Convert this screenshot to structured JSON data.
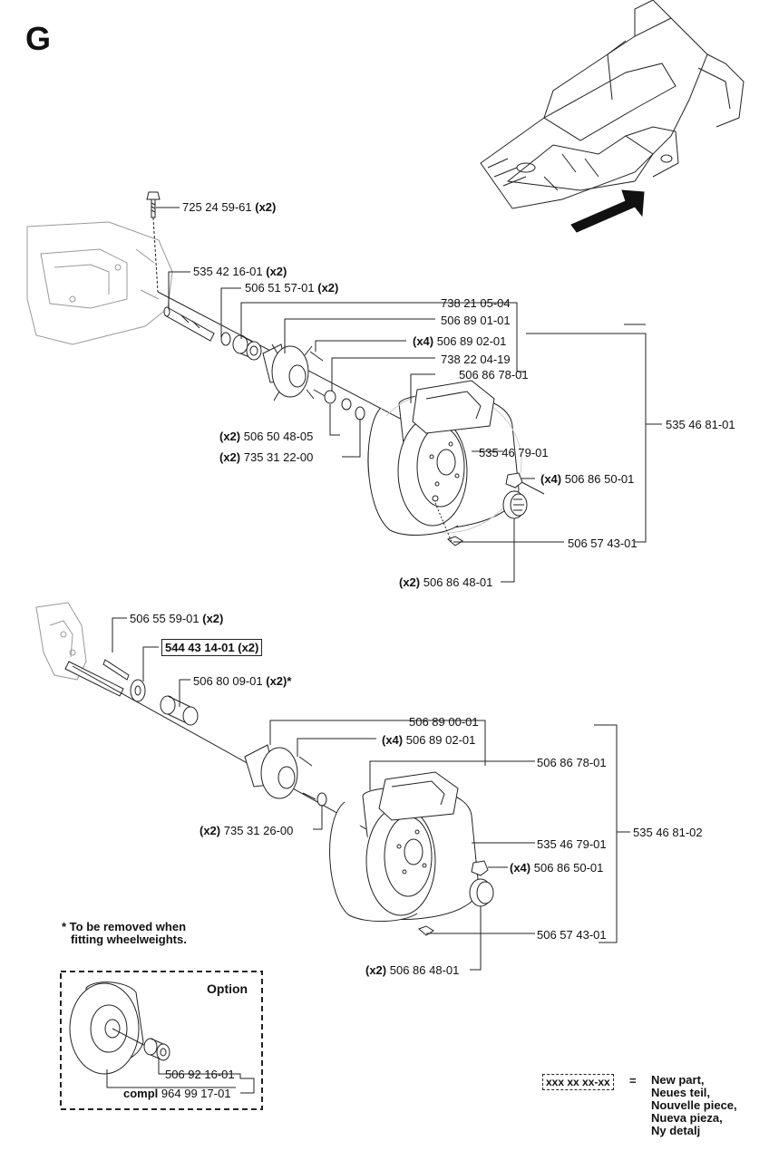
{
  "section_letter": "G",
  "assembly_top": {
    "labels": {
      "bolt": "725 24 59-61",
      "bolt_qty": "(x2)",
      "axle": "535 42 16-01",
      "axle_qty": "(x2)",
      "washer": "506 51 57-01",
      "washer_qty": "(x2)",
      "part_738_21": "738 21 05-04",
      "hub": "506 89 01-01",
      "stud_qty": "(x4)",
      "stud": "506 89 02-01",
      "part_738_22": "738 22 04-19",
      "tire": "506 86 78-01",
      "wheel_assembly": "535 46 81-01",
      "spacer_qty": "(x2)",
      "spacer": "506 50 48-05",
      "clip_qty": "(x2)",
      "clip": "735 31 22-00",
      "rim": "535 46 79-01",
      "nut_qty": "(x4)",
      "nut": "506 86 50-01",
      "valve": "506 57 43-01",
      "cap_qty": "(x2)",
      "cap": "506 86 48-01"
    }
  },
  "assembly_bottom": {
    "labels": {
      "key": "506 55 59-01",
      "key_qty": "(x2)",
      "new_part": "544 43 14-01 (x2)",
      "bushing": "506 80 09-01",
      "bushing_qty": "(x2)*",
      "hub": "506 89 00-01",
      "stud_qty": "(x4)",
      "stud": "506 89 02-01",
      "tire": "506 86 78-01",
      "clip_qty": "(x2)",
      "clip": "735 31 26-00",
      "rim": "535 46 79-01",
      "wheel_assembly": "535 46 81-02",
      "nut_qty": "(x4)",
      "nut": "506 86 50-01",
      "valve": "506 57 43-01",
      "cap_qty": "(x2)",
      "cap": "506 86 48-01"
    }
  },
  "note": {
    "line1": "* To be removed when",
    "line2": "fitting wheelweights."
  },
  "option_box": {
    "title": "Option",
    "part1": "506 92 16-01",
    "compl_prefix": "compl",
    "part2": "964 99 17-01"
  },
  "legend": {
    "code": "xxx xx xx-xx",
    "equals": "=",
    "lines": [
      "New part,",
      "Neues teil,",
      "Nouvelle piece,",
      "Nueva pieza,",
      "Ny detalj"
    ]
  },
  "colors": {
    "ink": "#111111",
    "line": "#222222",
    "arrow": "#111111"
  }
}
